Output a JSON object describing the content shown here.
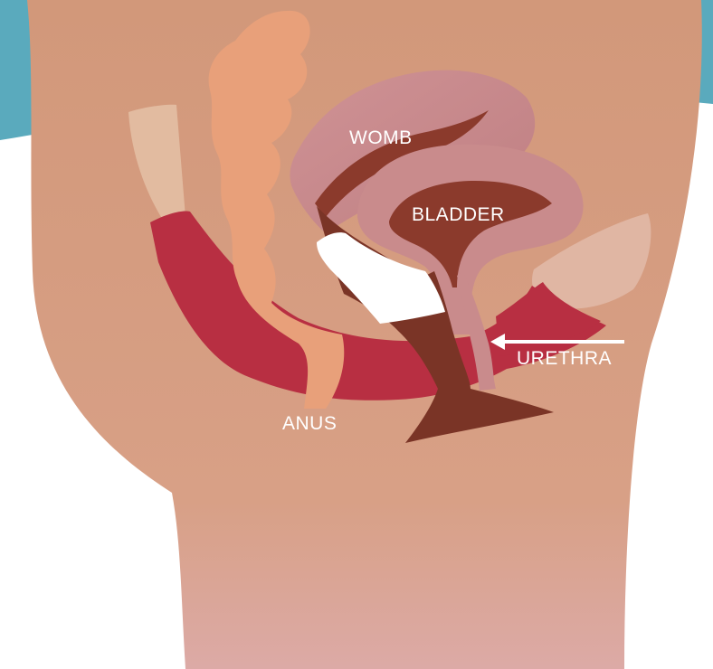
{
  "diagram": {
    "labels": {
      "womb": "WOMB",
      "bladder": "BLADDER",
      "urethra": "URETHRA",
      "anus": "ANUS"
    },
    "colors": {
      "sky": "#5aaabd",
      "skin": "#d49879",
      "skin_light": "#e0b6a3",
      "muscle": "#b82f42",
      "intestine": "#e8a07a",
      "womb": "#c98b8c",
      "womb_inner": "#8b3a2c",
      "bladder_wall": "#c98b8c",
      "vagina": "#7a3426",
      "pad": "#ffffff",
      "cartilage": "#e2bba0"
    }
  }
}
